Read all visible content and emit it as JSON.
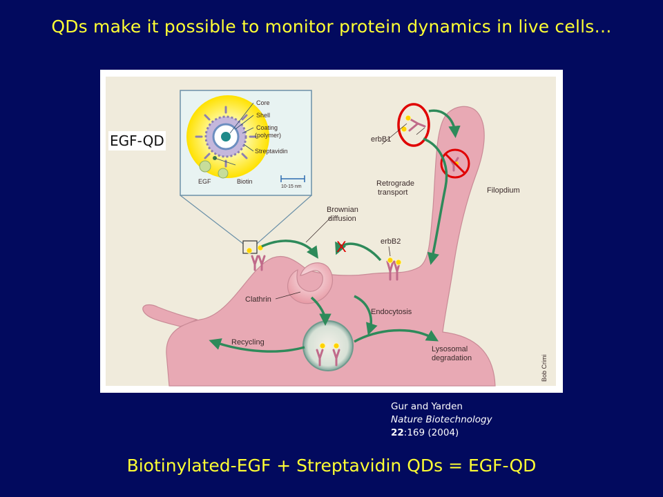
{
  "title": "QDs make it possible to monitor protein dynamics in live cells…",
  "figure": {
    "egf_qd_label": "EGF-QD",
    "inset_labels": {
      "core": "Core",
      "shell": "Shell",
      "coating_line1": "Coating",
      "coating_line2": "(polymer)",
      "streptavidin": "Streptavidin",
      "egf": "EGF",
      "biotin": "Biotin",
      "scale": "10-15 nm"
    },
    "labels": {
      "erbb1": "erbB1",
      "erbb2": "erbB2",
      "retrograde_line1": "Retrograde",
      "retrograde_line2": "transport",
      "filopodium": "Filopdium",
      "brownian_line1": "Brownian",
      "brownian_line2": "diffusion",
      "clathrin": "Clathrin",
      "endocytosis": "Endocytosis",
      "recycling": "Recycling",
      "lysosomal_line1": "Lysosomal",
      "lysosomal_line2": "degradation",
      "credit": "Bob Crimi",
      "x_mark": "X"
    }
  },
  "citation": {
    "authors": "Gur and Yarden",
    "journal": "Nature Biotechnology",
    "volume": "22",
    "pages_year": ":169 (2004)"
  },
  "caption": "Biotinylated-EGF + Streptavidin QDs = EGF-QD",
  "colors": {
    "background": "#020a5e",
    "title": "#ffff33",
    "cell": "#e8a9b4",
    "arrow": "#2e8a5a",
    "highlight_circle": "#e00000"
  }
}
